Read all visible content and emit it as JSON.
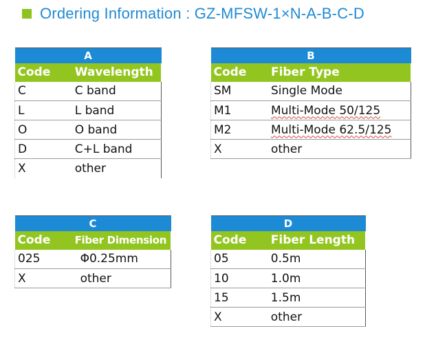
{
  "title": "Ordering Information : GZ-MFSW-1×N-A-B-C-D",
  "tables": [
    {
      "letter": "A",
      "col1": "Code",
      "col2": "Wavelength",
      "rows": [
        {
          "code": "C",
          "value": "C band"
        },
        {
          "code": "L",
          "value": "L band"
        },
        {
          "code": "O",
          "value": "O band"
        },
        {
          "code": "D",
          "value": "C+L band"
        },
        {
          "code": "X",
          "value": "other"
        }
      ]
    },
    {
      "letter": "B",
      "col1": "Code",
      "col2": "Fiber Type",
      "rows": [
        {
          "code": "SM",
          "value": "Single Mode"
        },
        {
          "code": "M1",
          "value": "Multi-Mode 50/125"
        },
        {
          "code": "M2",
          "value": "Multi-Mode 62.5/125"
        },
        {
          "code": "X",
          "value": "other"
        }
      ]
    },
    {
      "letter": "C",
      "col1": "Code",
      "col2": "Fiber Dimension",
      "rows": [
        {
          "code": "025",
          "value": "Φ0.25mm"
        },
        {
          "code": "X",
          "value": "other"
        }
      ]
    },
    {
      "letter": "D",
      "col1": "Code",
      "col2": "Fiber Length",
      "rows": [
        {
          "code": "05",
          "value": "0.5m"
        },
        {
          "code": "10",
          "value": "1.0m"
        },
        {
          "code": "15",
          "value": "1.5m"
        },
        {
          "code": "X",
          "value": "other"
        }
      ]
    }
  ]
}
